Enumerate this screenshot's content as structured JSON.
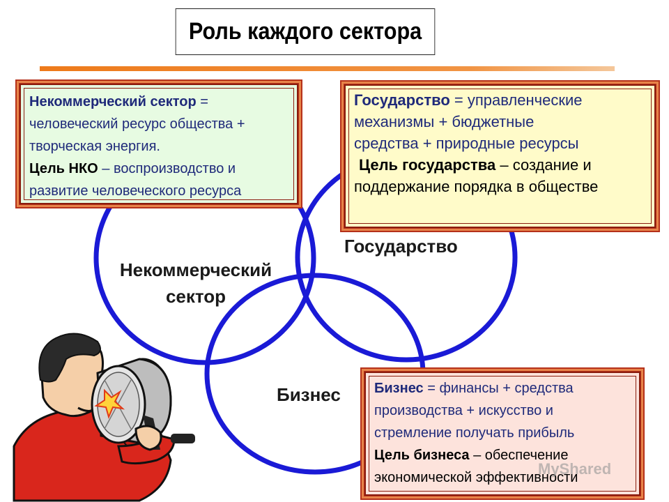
{
  "title": "Роль каждого сектора",
  "circle_labels": {
    "nko_line1": "Некоммерческий",
    "nko_line2": "сектор",
    "gov": "Государство",
    "biz": "Бизнес"
  },
  "nko_box": {
    "head": "Некоммерческий сектор",
    "eq": " =",
    "line2": "человеческий ресурс общества +",
    "line3": "творческая энергия.",
    "goal_head": "Цель НКО",
    "goal_rest": " – воспроизводство и",
    "goal_line2": "развитие человеческого ресурса"
  },
  "gov_box": {
    "head": "Государство",
    "eq": " = управленческие",
    "line2": "механизмы + бюджетные",
    "line3": "средства + природные ресурсы",
    "goal_head": "Цель государства",
    "goal_rest": " – создание и",
    "goal_line2": "поддержание порядка в обществе"
  },
  "biz_box": {
    "head": "Бизнес",
    "eq": " = финансы + средства",
    "line2": "производства + искусство и",
    "line3": "стремление получать прибыль",
    "goal_head": "Цель бизнеса",
    "goal_rest": " – обеспечение",
    "goal_line2": "экономической эффективности"
  },
  "watermark": "MyShared",
  "colors": {
    "circle": "#1a1ad6",
    "title_line_left": "#ee7a1a",
    "title_line_right": "#f4c79a",
    "text_blue": "#1f2a7a"
  }
}
